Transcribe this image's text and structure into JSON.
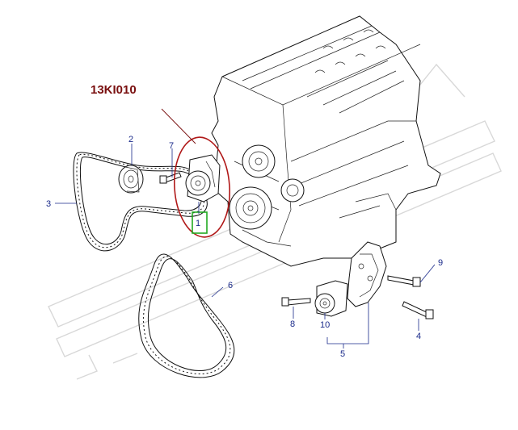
{
  "diagram": {
    "part_number": "13KI010",
    "callouts": [
      "1",
      "2",
      "3",
      "4",
      "5",
      "6",
      "7",
      "8",
      "9",
      "10"
    ],
    "colors": {
      "part_number_text": "#7a1010",
      "highlight_ellipse": "#b01818",
      "highlight_box": "#22aa22",
      "callout_text": "#1a2a8a",
      "line_art": "#111111",
      "watermark": "#d8d8d8"
    }
  }
}
